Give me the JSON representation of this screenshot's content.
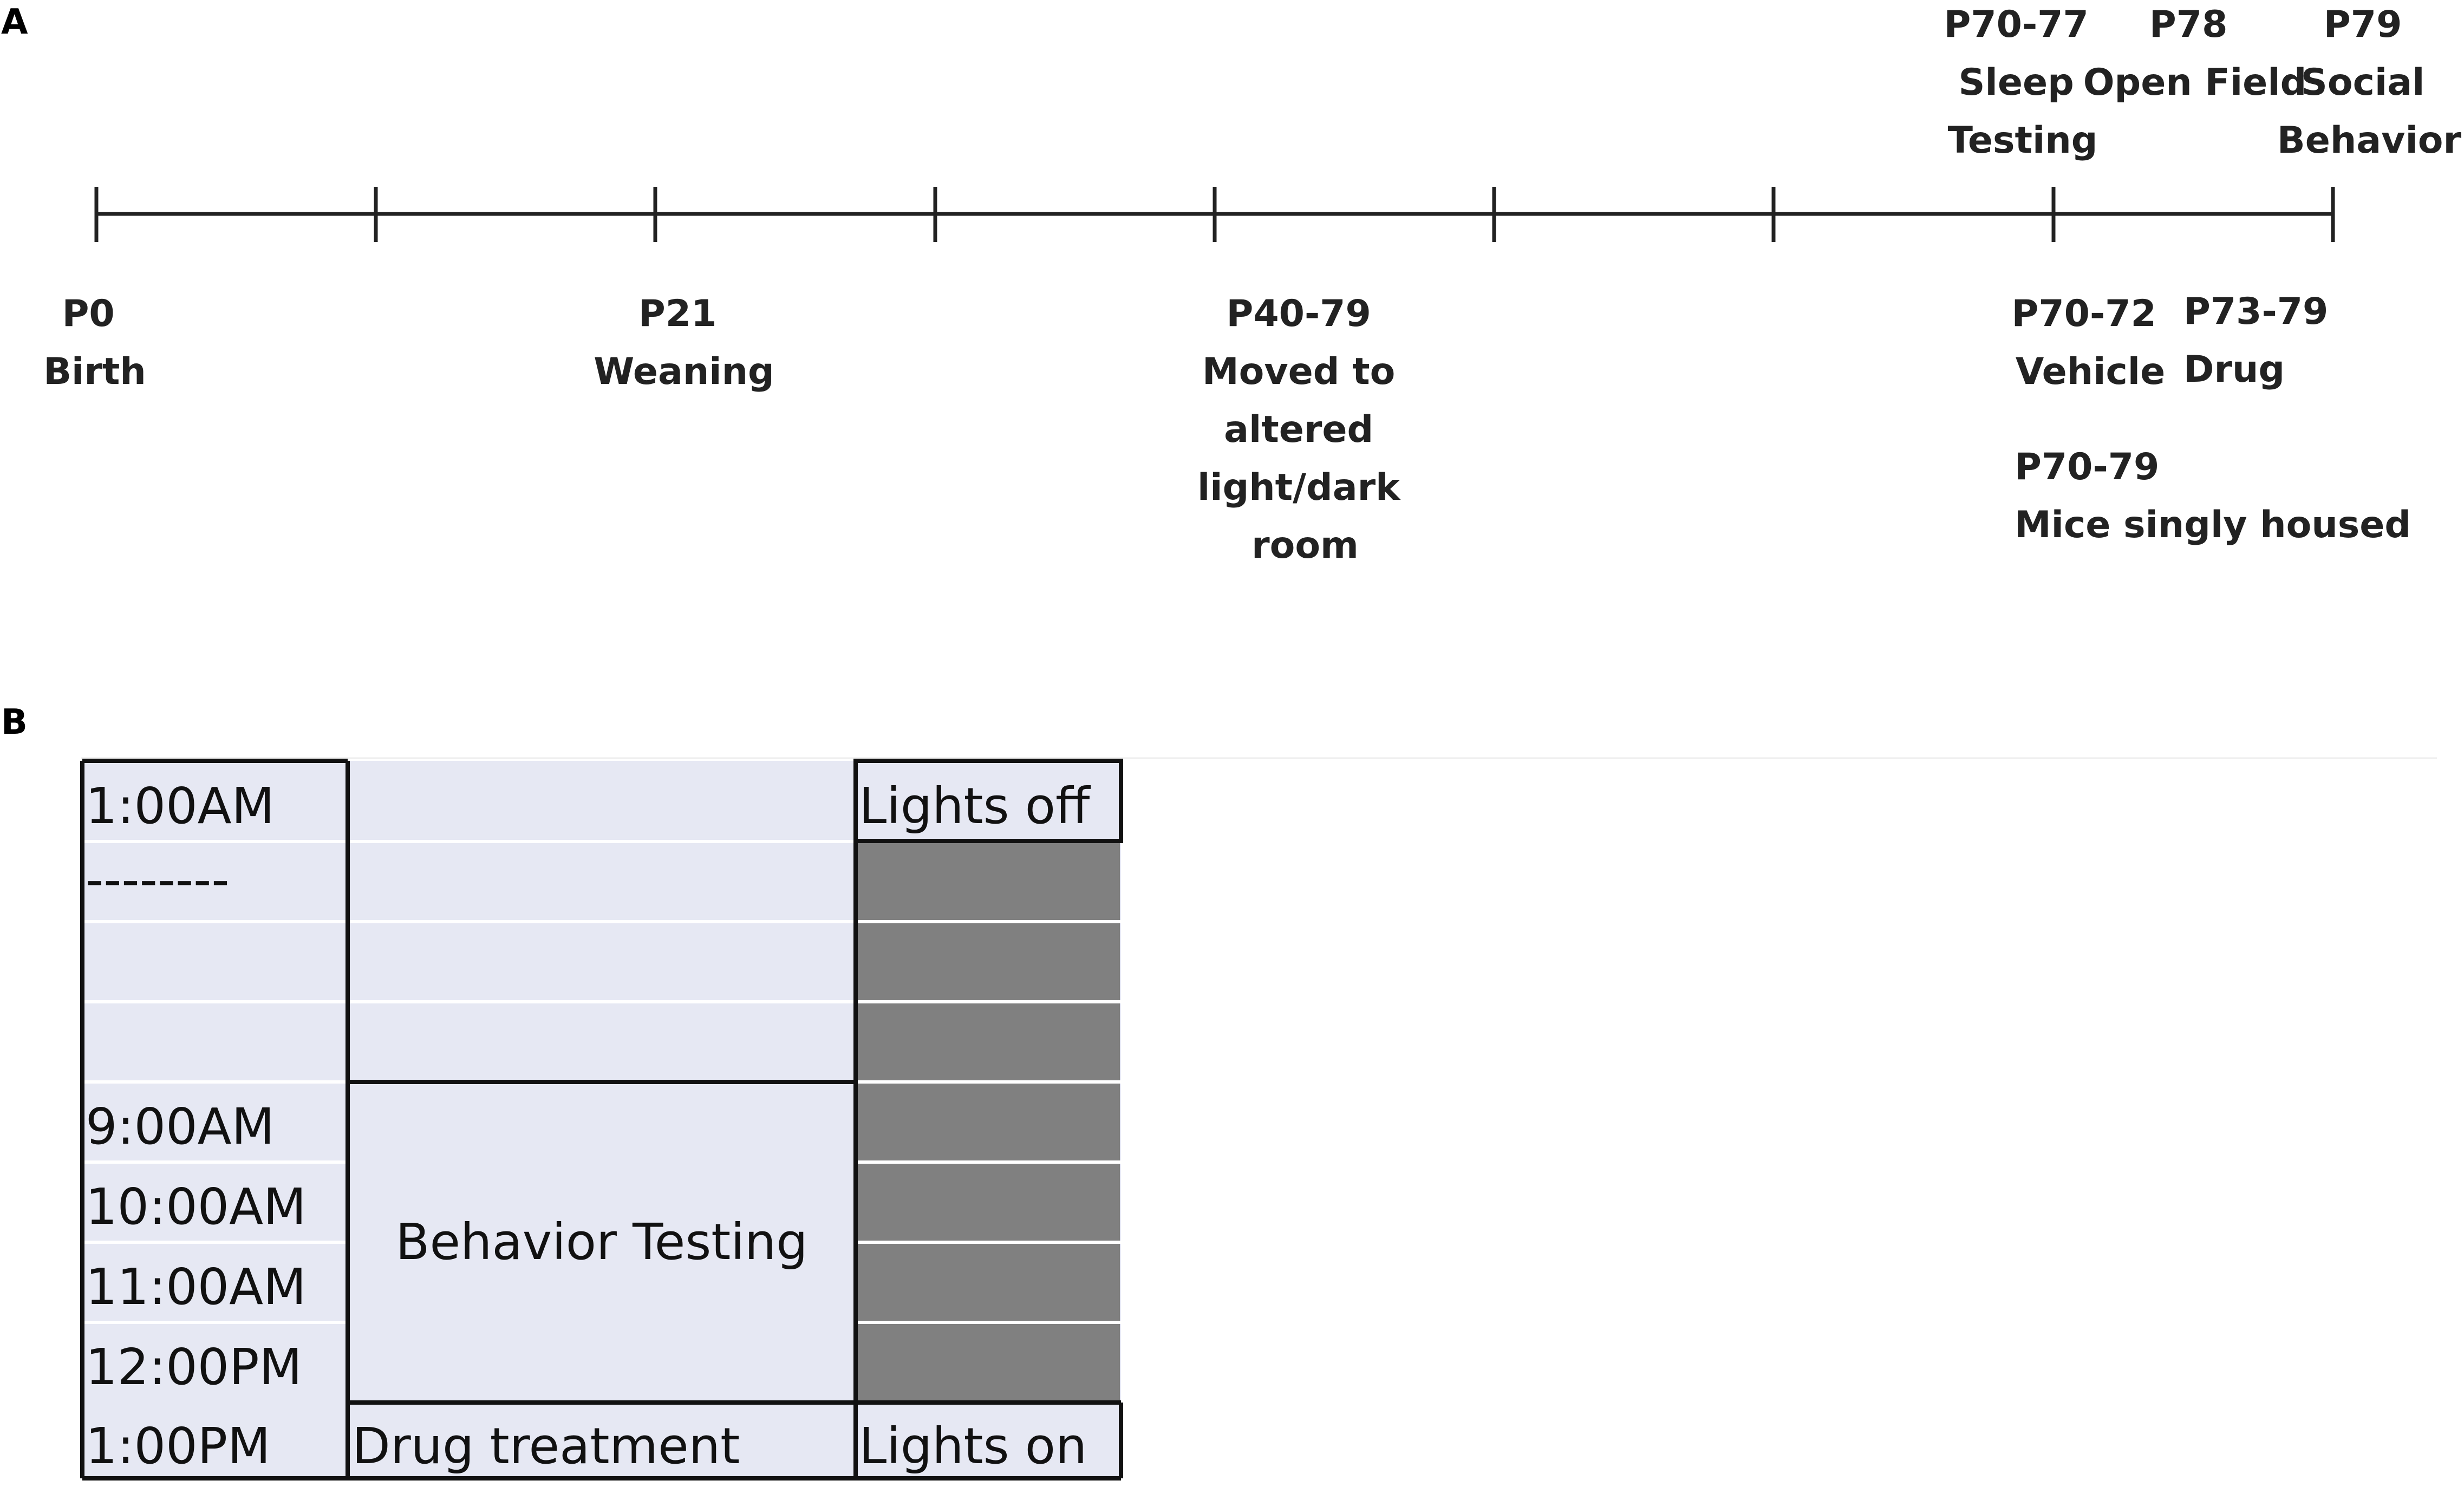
{
  "panel_a": {
    "label": "A",
    "top_labels": [
      {
        "lines": [
          "P70-77",
          "Sleep",
          "Testing"
        ]
      },
      {
        "lines": [
          "P78",
          "Open Field"
        ]
      },
      {
        "lines": [
          "P79",
          "Social",
          "Behavior"
        ]
      }
    ],
    "bottom_labels": [
      {
        "lines": [
          "P0",
          "Birth"
        ]
      },
      {
        "lines": [
          "P21",
          "Weaning"
        ]
      },
      {
        "lines": [
          "P40-79",
          "Moved to",
          "altered",
          "light/dark",
          "room"
        ]
      },
      {
        "lines": [
          "P70-72",
          "Vehicle"
        ]
      },
      {
        "lines": [
          "P73-79",
          "Drug"
        ]
      },
      {
        "lines": [
          "P70-79",
          "Mice singly housed"
        ]
      }
    ]
  },
  "panel_b": {
    "label": "B",
    "time_labels": [
      "1:00AM",
      "--------",
      "",
      "",
      "9:00AM",
      "10:00AM",
      "11:00AM",
      "12:00PM",
      "1:00PM"
    ],
    "behavior_block": "Behavior Testing",
    "drug_treatment": "Drug treatment",
    "lights_off": "Lights off",
    "lights_on": "Lights on",
    "colors": {
      "cell_fill": "#e6e8f3",
      "dark_fill": "#808080",
      "border": "#111111",
      "axis": "#222222"
    }
  }
}
